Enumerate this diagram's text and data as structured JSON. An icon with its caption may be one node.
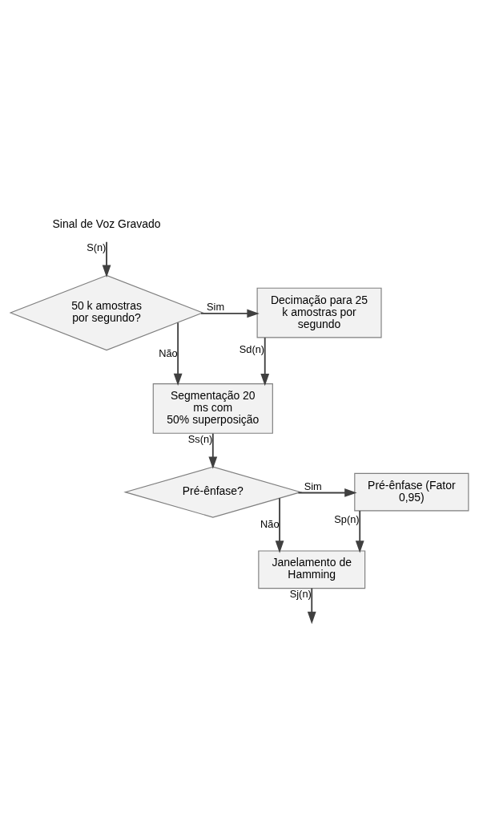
{
  "diagram": {
    "nodes": [
      {
        "text": [
          "Sinal de Voz Gravado"
        ]
      },
      {
        "text": [
          "50 k amostras por segundo?"
        ]
      },
      {
        "text": [
          "Decimação para 25 k amostras por segundo"
        ]
      },
      {
        "text": [
          "Segmentação 20 ms com 50% superposição"
        ]
      },
      {
        "text": [
          "Pré-ênfase?"
        ]
      },
      {
        "text": [
          "Pré-ênfase (Fator 0,95)"
        ]
      },
      {
        "text": [
          "Janelamento de Hamming"
        ]
      }
    ],
    "edges": [
      {
        "from": 0,
        "to": 1,
        "arrow": "to",
        "label": "S(n)"
      },
      {
        "from": 1,
        "to": 2,
        "arrow": "to",
        "label": "Sim"
      },
      {
        "from": 1,
        "to": 3,
        "arrow": "to",
        "label": "Não"
      },
      {
        "from": 2,
        "to": 3,
        "arrow": "to",
        "label": "Sd(n)"
      },
      {
        "from": 3,
        "to": 4,
        "arrow": "to",
        "label": "Ss(n)"
      },
      {
        "from": 4,
        "to": 5,
        "arrow": "to",
        "label": "Sim"
      },
      {
        "from": 4,
        "to": 6,
        "arrow": "to",
        "label": "Não"
      },
      {
        "from": 5,
        "to": 6,
        "arrow": "to",
        "label": "Sp(n)"
      },
      {
        "from": 6,
        "to": null,
        "arrow": "to",
        "label": "Sj(n)"
      }
    ]
  }
}
